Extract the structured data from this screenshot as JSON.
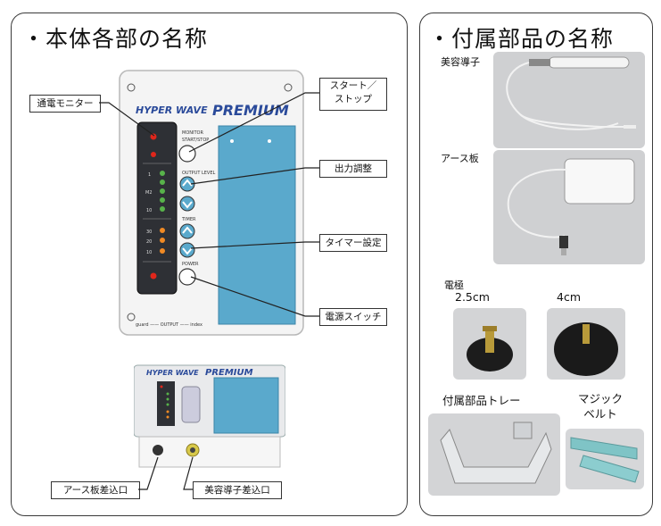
{
  "left_panel": {
    "title": "・本体各部の名称",
    "device": {
      "brand_left": "HYPER WAVE",
      "brand_right": "PREMIUM",
      "monitor_label": "MONITOR",
      "start_stop_label": "START/STOP",
      "output_level_label": "OUTPUT LEVEL",
      "timer_label": "TIMER",
      "power_label": "POWER",
      "bottom_label": "guard —— OUTPUT —— index",
      "scale_labels": [
        "1",
        "M2",
        "10",
        "30",
        "20",
        "10"
      ]
    },
    "callouts": {
      "monitor": "通電モニター",
      "start_stop": "スタート／\nストップ",
      "output": "出力調整",
      "timer": "タイマー設定",
      "power": "電源スイッチ",
      "earth_port": "アース板差込口",
      "probe_port": "美容導子差込口"
    }
  },
  "right_panel": {
    "title": "・付属部品の名称",
    "items": {
      "probe": "美容導子",
      "earth_plate": "アース板",
      "electrode": "電極",
      "electrode_small": "2.5cm",
      "electrode_large": "4cm",
      "tray": "付属部品トレー",
      "belt": "マジック\nベルト"
    }
  },
  "colors": {
    "device_blue": "#5aa9cc",
    "led_red": "#e0261b",
    "led_green": "#58b34a",
    "led_orange": "#f08a24",
    "belt_teal": "#7fc4c6"
  }
}
